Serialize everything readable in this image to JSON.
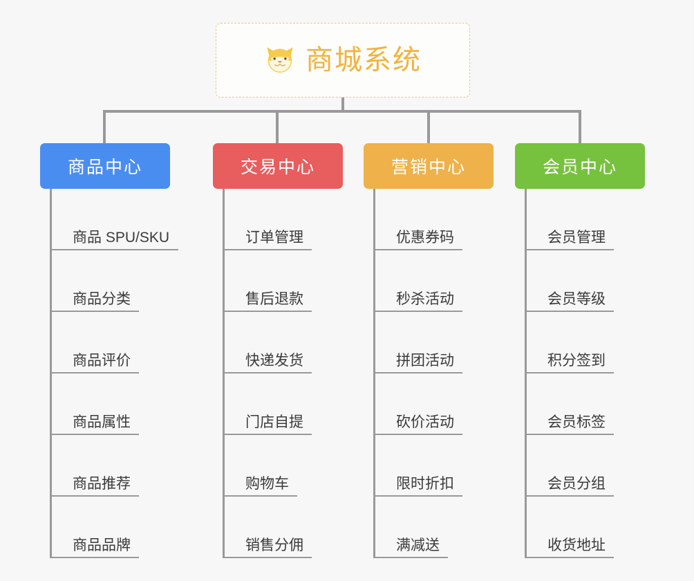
{
  "diagram": {
    "title": "商城系统",
    "root_icon": "shiba-dog-icon",
    "colors": {
      "background": "#f7f7f7",
      "root_border": "#f0c878",
      "root_text": "#f2b33d",
      "connector": "#999999",
      "leaf_text": "#3a3a3a",
      "blue": "#4a8df0",
      "red": "#e85d5d",
      "orange": "#efb14a",
      "green": "#76c13e"
    },
    "columns": [
      {
        "title": "商品中心",
        "color": "#4a8df0",
        "items": [
          "商品 SPU/SKU",
          "商品分类",
          "商品评价",
          "商品属性",
          "商品推荐",
          "商品品牌"
        ]
      },
      {
        "title": "交易中心",
        "color": "#e85d5d",
        "items": [
          "订单管理",
          "售后退款",
          "快递发货",
          "门店自提",
          "购物车",
          "销售分佣"
        ]
      },
      {
        "title": "营销中心",
        "color": "#efb14a",
        "items": [
          "优惠券码",
          "秒杀活动",
          "拼团活动",
          "砍价活动",
          "限时折扣",
          "满减送"
        ]
      },
      {
        "title": "会员中心",
        "color": "#76c13e",
        "items": [
          "会员管理",
          "会员等级",
          "积分签到",
          "会员标签",
          "会员分组",
          "收货地址"
        ]
      }
    ]
  }
}
